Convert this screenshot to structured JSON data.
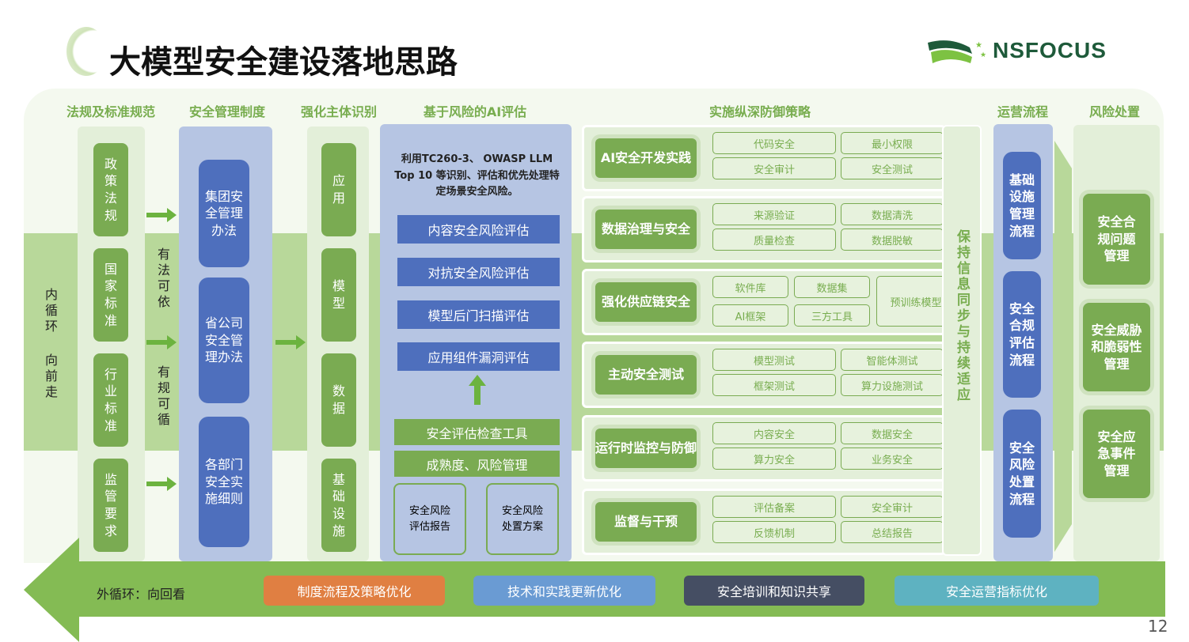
{
  "title": "大模型安全建设落地思路",
  "logo": "NSFOCUS",
  "page_number": "12",
  "headers": {
    "c1": "法规及标准规范",
    "c2": "安全管理制度",
    "c3": "强化主体识别",
    "c4": "基于风险的AI评估",
    "c5": "实施纵深防御策略",
    "c6": "运营流程",
    "c7": "风险处置"
  },
  "inner_loop": "内循环 向前走",
  "regs": [
    "政策法规",
    "国家标准",
    "行业标准",
    "监管要求"
  ],
  "reg_notes": [
    "有法可依",
    "有规可循"
  ],
  "mgmt": [
    "集团安全管理办法",
    "省公司安全管理办法",
    "各部门安全实施细则"
  ],
  "subjects": [
    "应用",
    "模型",
    "数据",
    "基础设施"
  ],
  "ai_eval": {
    "desc": "利用TC260-3、 OWASP LLM Top 10  等识别、评估和优先处理特定场景安全风险。",
    "assessments": [
      "内容安全风险评估",
      "对抗安全风险评估",
      "模型后门扫描评估",
      "应用组件漏洞评估"
    ],
    "tools": [
      "安全评估检查工具",
      "成熟度、风险管理"
    ],
    "outputs": [
      "安全风险评估报告",
      "安全风险处置方案"
    ]
  },
  "defense": [
    {
      "label": "AI安全开发实践",
      "chips": [
        "代码安全",
        "最小权限",
        "安全审计",
        "安全测试"
      ]
    },
    {
      "label": "数据治理与安全",
      "chips": [
        "来源验证",
        "数据清洗",
        "质量检查",
        "数据脱敏"
      ]
    },
    {
      "label": "强化供应链安全",
      "chips": [
        "软件库",
        "数据集",
        "AI框架",
        "三方工具",
        "预训练模型"
      ]
    },
    {
      "label": "主动安全测试",
      "chips": [
        "模型测试",
        "智能体测试",
        "框架测试",
        "算力设施测试"
      ]
    },
    {
      "label": "运行时监控与防御",
      "chips": [
        "内容安全",
        "数据安全",
        "算力安全",
        "业务安全"
      ]
    },
    {
      "label": "监督与干预",
      "chips": [
        "评估备案",
        "安全审计",
        "反馈机制",
        "总结报告"
      ]
    }
  ],
  "sync": "保持信息同步与持续适应",
  "ops": [
    "基础设施管理流程",
    "安全合规评估流程",
    "安全风险处置流程"
  ],
  "risk": [
    "安全合规问题管理",
    "安全威胁和脆弱性管理",
    "安全应急事件管理"
  ],
  "outer_loop": {
    "label": "外循环：向回看",
    "items": [
      "制度流程及策略优化",
      "技术和实践更新优化",
      "安全培训和知识共享",
      "安全运营指标优化"
    ],
    "colors": [
      "#e07f42",
      "#6a9bd3",
      "#454e63",
      "#5eb2c1"
    ]
  }
}
